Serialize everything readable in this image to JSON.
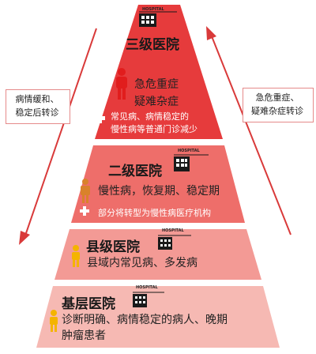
{
  "colors": {
    "tier1": "#e63b3c",
    "tier2": "#ee6e6a",
    "tier3": "#f39a95",
    "tier4": "#f6b9b3",
    "arrow": "#d93a3a",
    "icon_red": "#e11d1d",
    "icon_orange": "#d9822b",
    "icon_yellow": "#f4b400"
  },
  "left_note": {
    "line1": "病情缓和、",
    "line2": "稳定后转诊"
  },
  "right_note": {
    "line1": "急危重症、",
    "line2": "疑难杂症转诊"
  },
  "tiers": [
    {
      "name": "三级医院",
      "hospital_label": "HOSPITAL",
      "person_icon": "person-icon-red",
      "lines": [
        "急危重症",
        "疑难杂症"
      ],
      "note_icon": "plus-icon",
      "note_lines": [
        "常见病、病情稳定的",
        "慢性病等普通门诊减少"
      ]
    },
    {
      "name": "二级医院",
      "hospital_label": "HOSPITAL",
      "person_icon": "person-icon-orange",
      "lines": [
        "慢性病，恢复期、稳定期"
      ],
      "note_icon": "plus-icon",
      "note_lines": [
        "部分将转型为慢性病医疗机构"
      ]
    },
    {
      "name": "县级医院",
      "hospital_label": "HOSPITAL",
      "person_icon": "person-icon-yellow",
      "lines": [
        "县域内常见病、多发病"
      ]
    },
    {
      "name": "基层医院",
      "hospital_label": "HOSPITAL",
      "person_icon": "person-icon-yellow",
      "lines": [
        "诊断明确、病情稳定的病人、晚期",
        "肿瘤患者"
      ]
    }
  ]
}
